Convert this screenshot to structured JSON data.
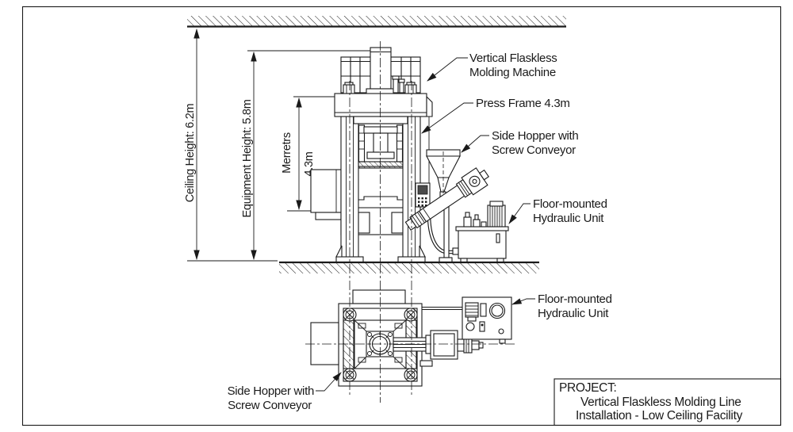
{
  "drawing": {
    "dimensions": {
      "ceiling_height": "Ceiling Height: 6.2m",
      "equipment_height": "Equipment Height: 5.8m",
      "frame_height_name": "Merretrs",
      "frame_height_value": "4.3m"
    },
    "callouts": {
      "machine_line1": "Vertical Flaskless",
      "machine_line2": "Molding Machine",
      "press_frame": "Press Frame 4.3m",
      "hopper_line1": "Side Hopper with",
      "hopper_line2": "Screw Conveyor",
      "hydraulic_line1": "Floor-mounted",
      "hydraulic_line2": "Hydraulic Unit",
      "hydraulic_plan_line1": "Floor-mounted",
      "hydraulic_plan_line2": "Hydraulic Unit",
      "hopper_plan_line1": "Side Hopper with",
      "hopper_plan_line2": "Screw Conveyor"
    },
    "title_block": {
      "project_label": "PROJECT:",
      "project_line1": "Vertical Flaskless Molding Line",
      "project_line2": "Installation - Low Ceiling Facility"
    },
    "colors": {
      "line": "#1a1a1a",
      "background": "#ffffff"
    }
  }
}
